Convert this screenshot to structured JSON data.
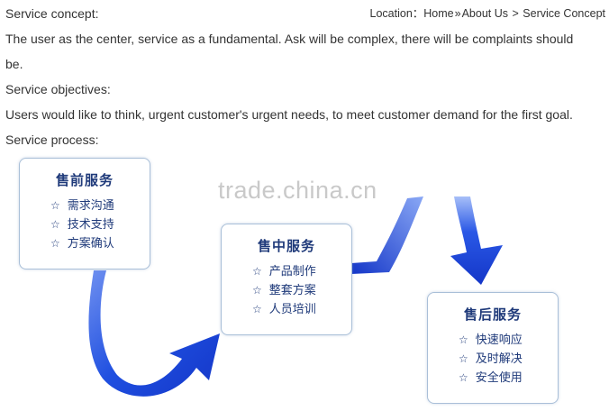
{
  "breadcrumb": {
    "prefix": "Location：",
    "items": [
      "Home",
      "About Us",
      "Service Concept"
    ],
    "separators": [
      "»",
      ">"
    ]
  },
  "content": {
    "lines": [
      "Service concept:",
      "The user as the center, service as a fundamental. Ask will be complex, there will be complaints should",
      "be.",
      "Service objectives:",
      "Users would like to think, urgent customer's urgent needs, to meet customer demand for the first goal.",
      "Service process:"
    ]
  },
  "process": {
    "presale": {
      "title": "售前服务",
      "items": [
        "需求沟通",
        "技术支持",
        "方案确认"
      ]
    },
    "insale": {
      "title": "售中服务",
      "items": [
        "产品制作",
        "整套方案",
        "人员培训"
      ]
    },
    "aftersale": {
      "title": "售后服务",
      "items": [
        "快速响应",
        "及时解决",
        "安全使用"
      ]
    },
    "star": "☆",
    "colors": {
      "arrow_dark": "#1436c8",
      "arrow_light": "#6f90f0",
      "box_border": "#a9bfd8",
      "box_text": "#1f3a7a"
    }
  },
  "watermark": "trade.china.cn"
}
